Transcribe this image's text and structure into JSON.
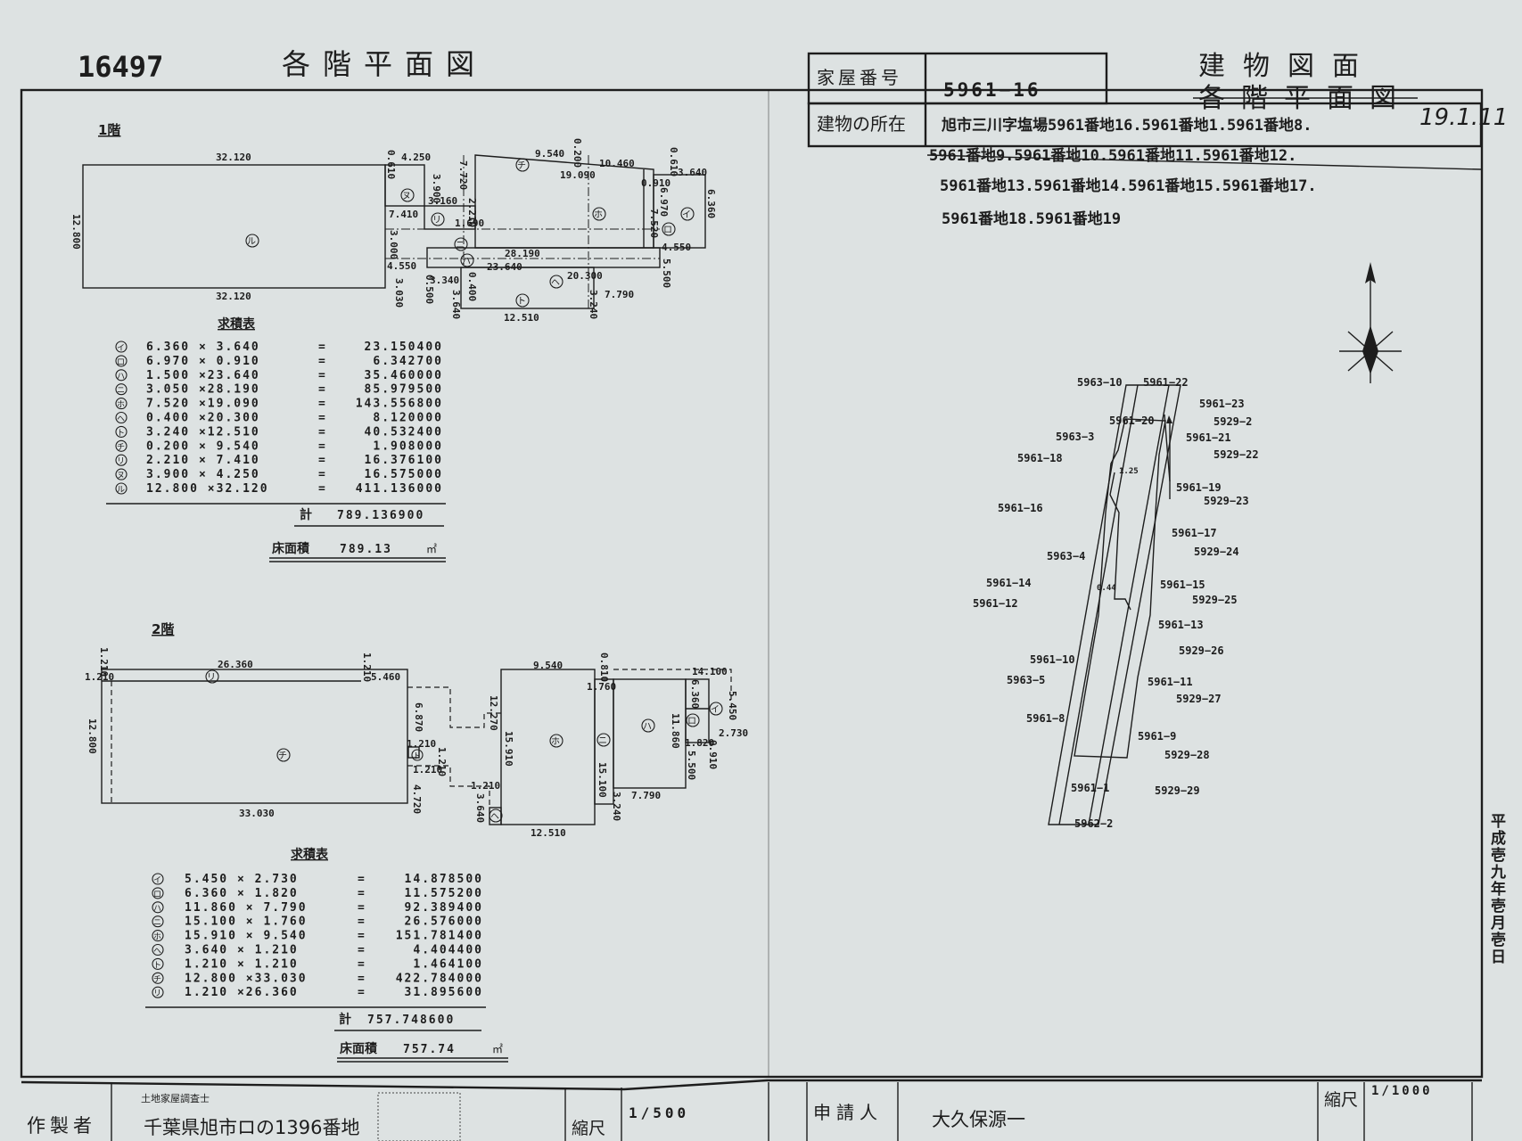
{
  "header": {
    "doc_number": "16497",
    "title_left": "各階平面図",
    "house_number_label": "家屋番号",
    "house_number": "5961−16",
    "location_label": "建物の所在",
    "location_lines": [
      "旭市三川字塩場5961番地16.5961番地1.5961番地8.",
      "5961番地9.5961番地10.5961番地11.5961番地12.",
      "5961番地13.5961番地14.5961番地15.5961番地17.",
      "5961番地18.5961番地19"
    ],
    "title_right": "建物図面",
    "title_right_struck": "各階平面図",
    "handwritten_date": "19.1.11"
  },
  "floor1": {
    "label": "1階",
    "dimensions": [
      "32.120",
      "32.120",
      "12.800",
      "0.610",
      "4.250",
      "3.900",
      "3.160",
      "7.410",
      "7.720",
      "1.690",
      "9.540",
      "0.200",
      "10.460",
      "19.090",
      "0.610",
      "3.640",
      "0.910",
      "6.970",
      "7.520",
      "6.360",
      "28.190",
      "23.640",
      "20.300",
      "7.790",
      "4.550",
      "4.550",
      "3.000",
      "3.030",
      "0.500",
      "3.340",
      "0.400",
      "3.640",
      "12.510",
      "3.240",
      "5.500",
      "2.210"
    ],
    "areas": [
      "ル",
      "ヌ",
      "リ",
      "ニ",
      "チ",
      "ホ",
      "イ",
      "ロ",
      "ハ",
      "ヘ",
      "ト"
    ],
    "table": {
      "title": "求積表",
      "rows": [
        {
          "mark": "イ",
          "expr": "6.360 × 3.640",
          "result": "23.150400"
        },
        {
          "mark": "ロ",
          "expr": "6.970 × 0.910",
          "result": "6.342700"
        },
        {
          "mark": "ハ",
          "expr": "1.500 ×23.640",
          "result": "35.460000"
        },
        {
          "mark": "ニ",
          "expr": "3.050 ×28.190",
          "result": "85.979500"
        },
        {
          "mark": "ホ",
          "expr": "7.520 ×19.090",
          "result": "143.556800"
        },
        {
          "mark": "ヘ",
          "expr": "0.400 ×20.300",
          "result": "8.120000"
        },
        {
          "mark": "ト",
          "expr": "3.240 ×12.510",
          "result": "40.532400"
        },
        {
          "mark": "チ",
          "expr": "0.200 × 9.540",
          "result": "1.908000"
        },
        {
          "mark": "リ",
          "expr": "2.210 × 7.410",
          "result": "16.376100"
        },
        {
          "mark": "ヌ",
          "expr": "3.900 × 4.250",
          "result": "16.575000"
        },
        {
          "mark": "ル",
          "expr": "12.800 ×32.120",
          "result": "411.136000"
        }
      ],
      "total_label": "計",
      "total": "789.136900",
      "floor_area_label": "床面積",
      "floor_area": "789.13",
      "unit": "㎡"
    }
  },
  "floor2": {
    "label": "2階",
    "dimensions": [
      "26.360",
      "1.210",
      "1.210",
      "12.800",
      "33.030",
      "1.210",
      "5.460",
      "6.870",
      "1.210",
      "1.210",
      "1.210",
      "4.720",
      "1.210",
      "3.640",
      "12.270",
      "15.910",
      "9.540",
      "0.810",
      "14.100",
      "1.760",
      "6.360",
      "5.450",
      "2.730",
      "11.860",
      "1.820",
      "0.910",
      "5.500",
      "15.100",
      "3.240",
      "7.790",
      "12.510"
    ],
    "areas": [
      "リ",
      "チ",
      "ト",
      "ホ",
      "ハ",
      "ニ",
      "イ",
      "ロ",
      "ヘ"
    ],
    "table": {
      "title": "求積表",
      "rows": [
        {
          "mark": "イ",
          "expr": "5.450 × 2.730",
          "result": "14.878500"
        },
        {
          "mark": "ロ",
          "expr": "6.360 × 1.820",
          "result": "11.575200"
        },
        {
          "mark": "ハ",
          "expr": "11.860 × 7.790",
          "result": "92.389400"
        },
        {
          "mark": "ニ",
          "expr": "15.100 × 1.760",
          "result": "26.576000"
        },
        {
          "mark": "ホ",
          "expr": "15.910 × 9.540",
          "result": "151.781400"
        },
        {
          "mark": "ヘ",
          "expr": "3.640 × 1.210",
          "result": "4.404400"
        },
        {
          "mark": "ト",
          "expr": "1.210 × 1.210",
          "result": "1.464100"
        },
        {
          "mark": "チ",
          "expr": "12.800 ×33.030",
          "result": "422.784000"
        },
        {
          "mark": "リ",
          "expr": "1.210 ×26.360",
          "result": "31.895600"
        }
      ],
      "total_label": "計",
      "total": "757.748600",
      "floor_area_label": "床面積",
      "floor_area": "757.74",
      "unit": "㎡"
    }
  },
  "site_map": {
    "compass_icon": "north-arrow",
    "parcels": [
      "5963−10",
      "5961−22",
      "5961−23",
      "5961−20",
      "5929−2",
      "5963−3",
      "5961−21",
      "5929−22",
      "5961−18",
      "5961−19",
      "5929−23",
      "5961−16",
      "5961−17",
      "5929−24",
      "5963−4",
      "5961−14",
      "5961−15",
      "5961−12",
      "5929−25",
      "5961−13",
      "5929−26",
      "5961−10",
      "5963−5",
      "5961−11",
      "5929−27",
      "5961−8",
      "5961−9",
      "5929−28",
      "5961−1",
      "5929−29",
      "5962−2"
    ],
    "small_dims": [
      "1.25",
      "0.44"
    ]
  },
  "date_vertical": "平成壱九年壱月壱日",
  "footer": {
    "maker_label": "作製者",
    "surveyor_title": "土地家屋調査士",
    "maker_address": "千葉県旭市ロの1396番地",
    "scale_label_1": "縮尺",
    "scale_1": "1/500",
    "applicant_label": "申請人",
    "applicant": "大久保源一",
    "scale_label_2": "縮尺",
    "scale_2": "1/1000"
  }
}
